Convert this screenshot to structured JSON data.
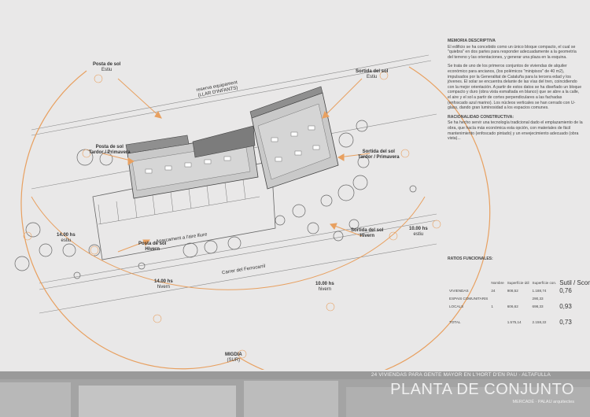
{
  "labels": {
    "posta_estiu": [
      "Posta de sol",
      "Estiu"
    ],
    "sortida_estiu": [
      "Sortida del sol",
      "Estiu"
    ],
    "posta_tardor": [
      "Posta de sol",
      "Tardor / Primavera"
    ],
    "sortida_tardor": [
      "Sortida del sol",
      "Tardor / Primavera"
    ],
    "posta_hivern": [
      "Posta de sol",
      "Hivern"
    ],
    "sortida_hivern": [
      "Sortida del sol",
      "Hivern"
    ],
    "hours_left": [
      "14.00 hs",
      "estiu"
    ],
    "hours_right": [
      "10.00 hs",
      "estiu"
    ],
    "hours_bl": [
      "14.00 hs",
      "hivern"
    ],
    "hours_br": [
      "10.00 hs",
      "hivern"
    ],
    "reserve": [
      "reserva equipament",
      "(LLAR D'INFANTS)"
    ],
    "parking": "Aparcament a l'aire lliure",
    "street": "Carrer del Ferrocarril",
    "south": [
      "MIGDIA",
      "(SUR)"
    ]
  },
  "memoria": {
    "title": "MEMORIA DESCRIPTIVA",
    "p1": "El edificio se ha concebido como un único bloque compacto, el cual se \"quiebra\" en dos partes para responder adecuadamente a la geometría del terreno y las orientaciones, y generar una plaza en la esquina.",
    "p2": "Se trata de uno de los primeros conjuntos de viviendas de alquiler económico para ancianos, (los polémicos \"minipisos\" de 40 m2), impulsados por la Generalitat de Cataluña para la tercera edad y los jóvenes. El solar se encuentra delante de las vías del tren, coincidiendo con la mejor orientación. A partir de estos datos se ha diseñado un bloque compacto y duro (obra vista esmaltada en blanco) que se abre a la calle, el aire y el sol a partir de cortes perpendiculares a las fachadas (enfoscado azul marino). Los núcleos verticales se han cerrado con U-glass, dando gran luminosidad a los espacios comunes.",
    "title2": "RACIONALIDAD CONSTRUCTIVA:",
    "p3": "Se ha hecho servir una tecnología tradicional dado el emplazamiento de la obra, que hacía más económica esta opción, con materiales de fácil mantenimiento (enfoscado pintado) y un envejecimiento adecuado (obra vista)..."
  },
  "ratios": {
    "title": "RATIOS FUNCIONALES:",
    "headers": [
      "Nombre",
      "Superfície útil",
      "Superfície con.",
      "Sutil / Sconst"
    ],
    "rows": [
      [
        "VIVIENDAS",
        "24",
        "908,52",
        "1.188,74",
        "0,76"
      ],
      [
        "ESPAIS COMUNITARIS",
        "",
        "",
        "290,33",
        ""
      ],
      [
        "LOCALS",
        "1",
        "606,62",
        "698,33",
        "0,93"
      ],
      [
        "TOTAL",
        "",
        "1.575,14",
        "2.158,22",
        "0,73"
      ]
    ]
  },
  "footer": {
    "project": "24 VIVIENDAS PARA GENTE MAYOR EN L'HORT D'EN PAU · ALTAFULLA",
    "title": "PLANTA DE CONJUNTO",
    "authors": "MERCADÉ · PALAU arquitectes"
  },
  "colors": {
    "arc": "#e8a060",
    "building": "#c8c8c8",
    "line": "#555555"
  }
}
